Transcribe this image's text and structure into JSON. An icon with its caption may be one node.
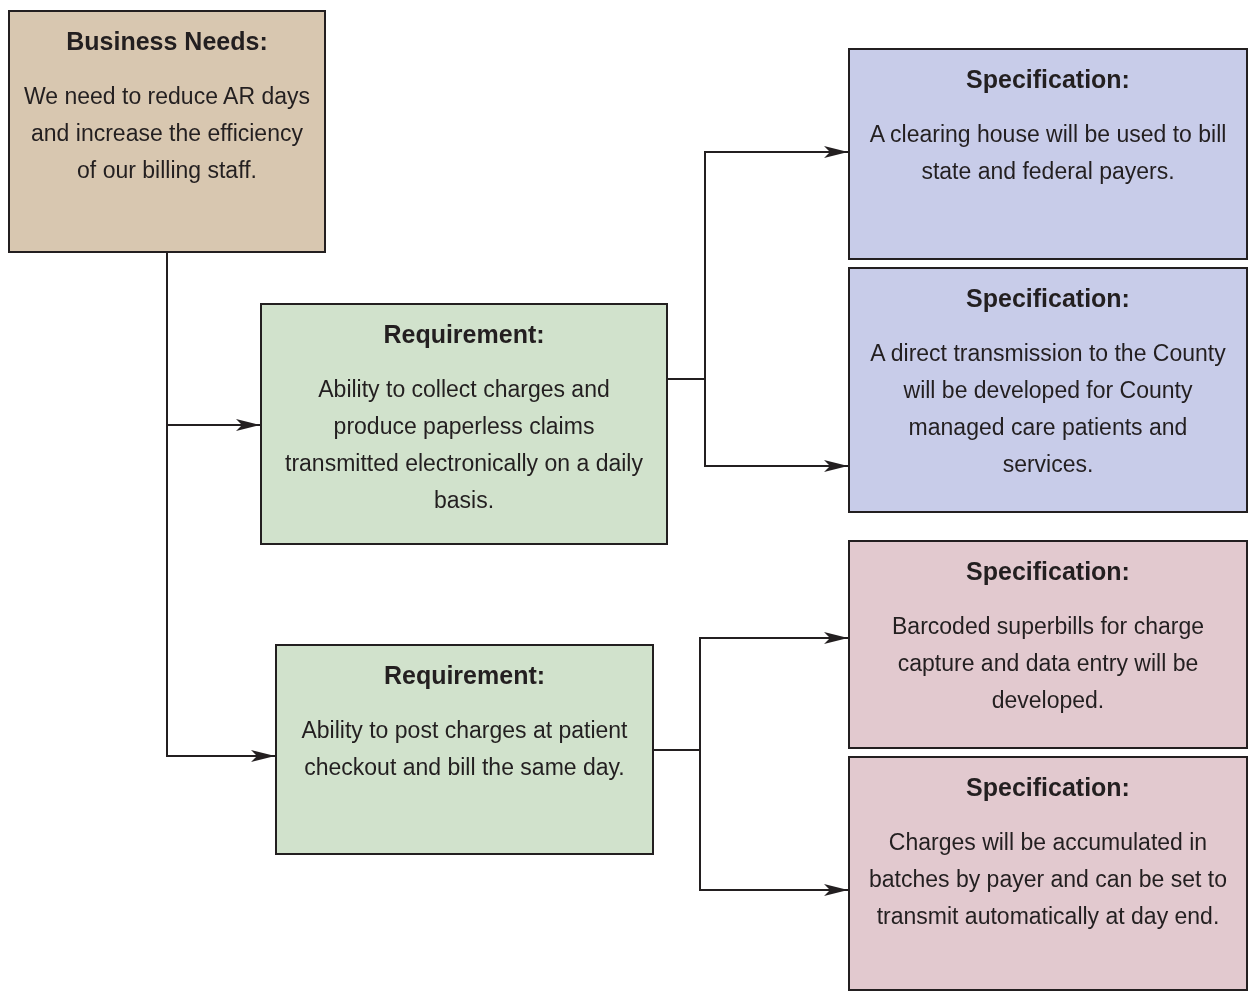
{
  "diagram": {
    "nodes": [
      {
        "text": [
          "Business Needs:",
          "We need to reduce AR days and increase the efficiency of our billing staff."
        ]
      },
      {
        "text": [
          "Requirement:",
          "Ability to collect charges and produce paperless claims transmitted electronically on a daily basis."
        ]
      },
      {
        "text": [
          "Requirement:",
          "Ability to post charges at patient checkout and bill the same day."
        ]
      },
      {
        "text": [
          "Specification:",
          "A clearing house will be used to bill state and federal payers."
        ]
      },
      {
        "text": [
          "Specification:",
          "A direct transmission to the County will be developed for County managed care patients and services."
        ]
      },
      {
        "text": [
          "Specification:",
          "Barcoded superbills for charge capture and data entry will be developed."
        ]
      },
      {
        "text": [
          "Specification:",
          "Charges will be accumulated in batches by payer and can be set to transmit automatically at day end."
        ]
      }
    ],
    "edges": [
      {
        "from": 0,
        "to": 1,
        "arrow": "to"
      },
      {
        "from": 0,
        "to": 2,
        "arrow": "to"
      },
      {
        "from": 1,
        "to": 3,
        "arrow": "to"
      },
      {
        "from": 1,
        "to": 4,
        "arrow": "to"
      },
      {
        "from": 2,
        "to": 5,
        "arrow": "to"
      },
      {
        "from": 2,
        "to": 6,
        "arrow": "to"
      }
    ]
  }
}
